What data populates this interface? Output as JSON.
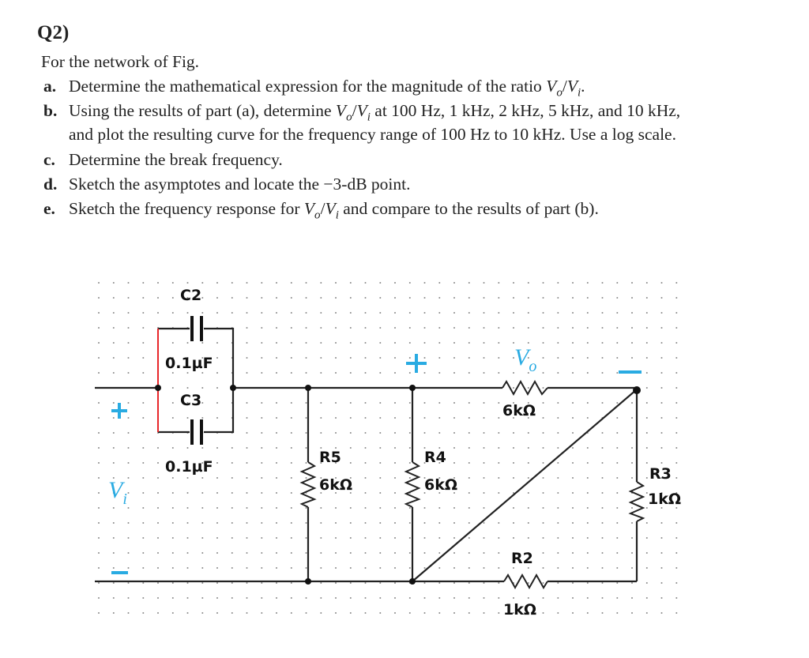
{
  "question": {
    "number": "Q2)",
    "intro": "For the network of Fig.",
    "parts": [
      {
        "label": "a.",
        "text": "Determine the mathematical expression for the magnitude of the ratio Vₒ/Vᵢ."
      },
      {
        "label": "b.",
        "text": "Using the results of part (a), determine Vₒ/Vᵢ at 100 Hz, 1 kHz, 2 kHz, 5 kHz, and 10 kHz,",
        "text2": "and plot the resulting curve for the frequency range of 100 Hz to 10 kHz. Use a log scale."
      },
      {
        "label": "c.",
        "text": "Determine the break frequency."
      },
      {
        "label": "d.",
        "text": "Sketch the asymptotes and locate the −3-dB point."
      },
      {
        "label": "e.",
        "text": "Sketch the frequency response for Vₒ/Vᵢ and compare to the results of part (b)."
      }
    ],
    "rich": {
      "a_pre": "Determine the mathematical expression for the magnitude of the ratio ",
      "b_pre": "Using the results of part (a), determine ",
      "b_post": " at 100 Hz, 1 kHz, 2 kHz, 5 kHz, and 10 kHz,",
      "b_line2": "and plot the resulting curve for the frequency range of 100 Hz to 10 kHz. Use a log scale.",
      "c": "Determine the break frequency.",
      "d": "Sketch the asymptotes and locate the −3-dB point.",
      "e_pre": "Sketch the frequency response for ",
      "e_post": " and compare to the results of part (b).",
      "V": "V",
      "o": "o",
      "i": "i",
      "slash": "/"
    }
  },
  "circuit": {
    "components": {
      "C2": {
        "name": "C2",
        "value": "0.1µF"
      },
      "C3": {
        "name": "C3",
        "value": "0.1µF"
      },
      "R5": {
        "name": "R5",
        "value": "6kΩ"
      },
      "R4": {
        "name": "R4",
        "value": "6kΩ"
      },
      "R_top": {
        "value": "6kΩ"
      },
      "R3": {
        "name": "R3",
        "value": "1kΩ"
      },
      "R2": {
        "name": "R2",
        "value": "1kΩ"
      }
    },
    "labels": {
      "vi_plus": "+",
      "vi_minus": "−",
      "vi": "V",
      "vi_sub": "i",
      "vo_plus": "+",
      "vo_minus": "−",
      "vo": "V",
      "vo_sub": "o"
    },
    "colors": {
      "wire": "#222222",
      "highlight_wire": "#e8272a",
      "annotation": "#29abe2",
      "grid_dot": "#888888"
    }
  }
}
